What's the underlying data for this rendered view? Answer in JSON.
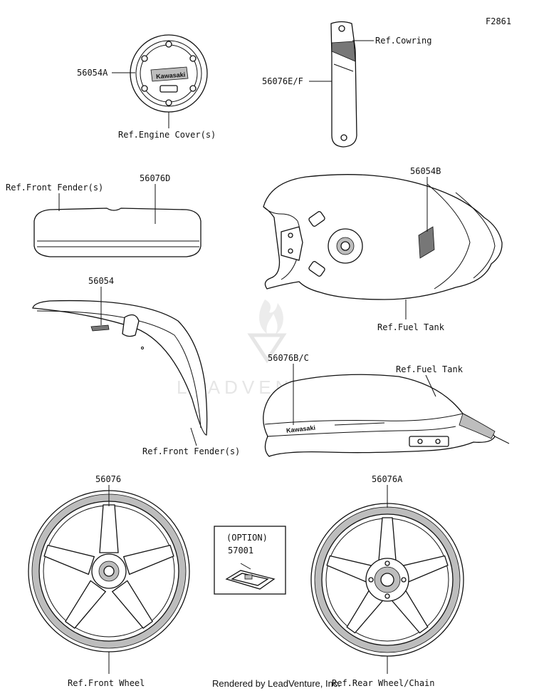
{
  "figure_code": "F2861",
  "watermark": "LEADVENTURE",
  "credit": "Rendered by LeadVenture, Inc.",
  "callouts": {
    "c56054A": "56054A",
    "ref_engine_cover": "Ref.Engine Cover(s)",
    "ref_cowring": "Ref.Cowring",
    "c56076EF": "56076E/F",
    "ref_front_fender_1": "Ref.Front Fender(s)",
    "c56076D": "56076D",
    "c56054B": "56054B",
    "ref_fuel_tank_1": "Ref.Fuel Tank",
    "c56054": "56054",
    "c56076BC": "56076B/C",
    "ref_fuel_tank_2": "Ref.Fuel Tank",
    "ref_front_fender_2": "Ref.Front Fender(s)",
    "c56076": "56076",
    "c56076A": "56076A",
    "option": "(OPTION)",
    "c57001": "57001",
    "ref_front_wheel": "Ref.Front Wheel",
    "ref_rear_wheel": "Ref.Rear Wheel/Chain"
  },
  "labels": {
    "kawasaki_cover": "Kawasaki",
    "kawasaki_tank": "Kawasaki"
  }
}
